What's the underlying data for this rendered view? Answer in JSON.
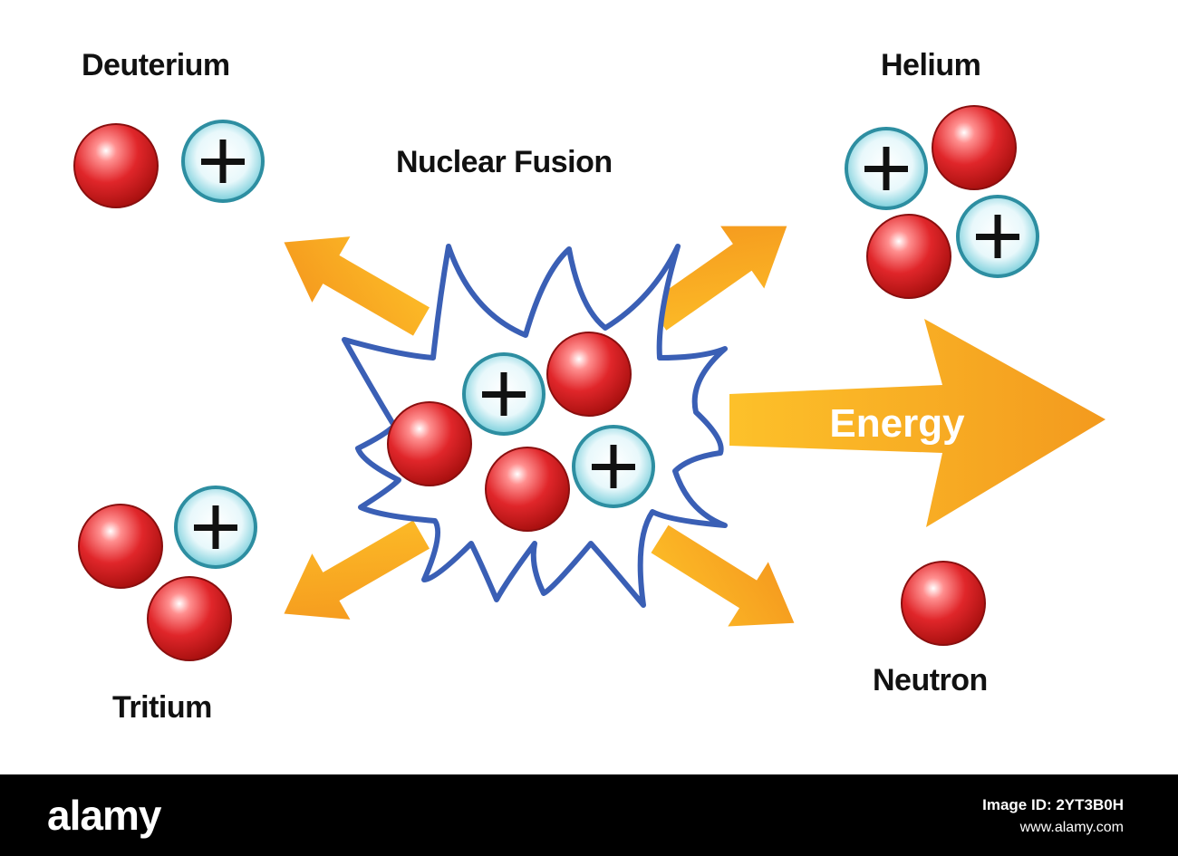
{
  "labels": {
    "deuterium": "Deuterium",
    "helium": "Helium",
    "title": "Nuclear Fusion",
    "tritium": "Tritium",
    "neutron": "Neutron",
    "energy": "Energy"
  },
  "legend_symbols": {
    "proton_sign": "+"
  },
  "colors": {
    "neutron": "#e0262a",
    "proton": "#6fc9d6",
    "arrow": "#f7a51f",
    "burst_outline": "#3a5fb5",
    "text": "#111111"
  },
  "watermark": {
    "brand": "alamy",
    "image_id_label": "Image ID: 2YT3B0H",
    "site": "www.alamy.com"
  }
}
